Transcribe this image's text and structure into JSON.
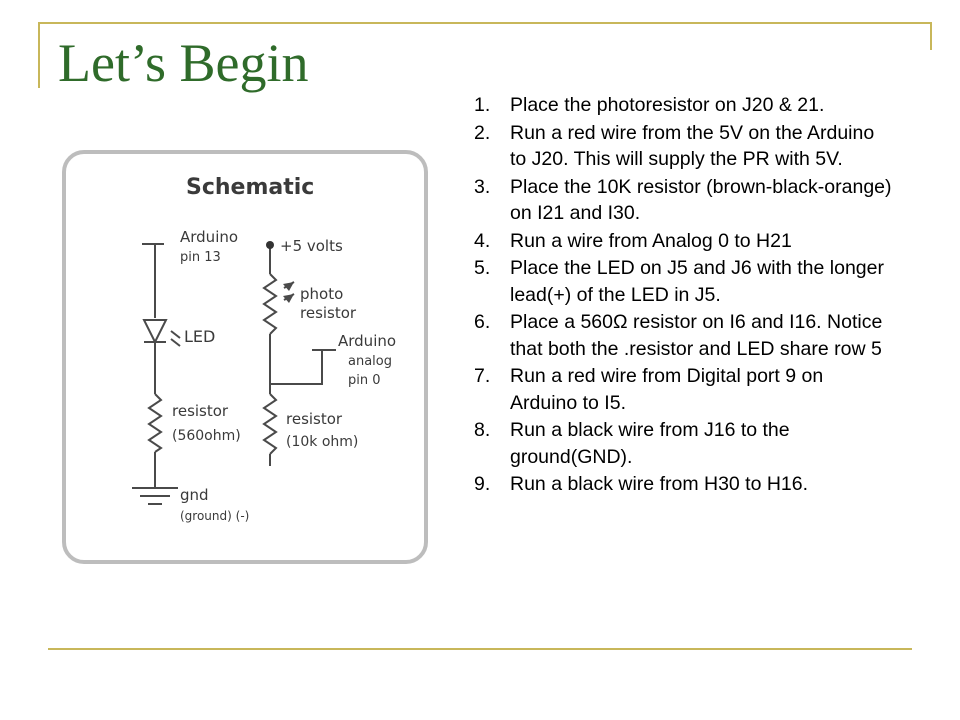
{
  "slide": {
    "title": "Let’s Begin",
    "accent_color": "#c8b75a",
    "title_color": "#2f6b2a",
    "steps": [
      {
        "num": "1.",
        "text": "Place the photoresistor on J20 & 21."
      },
      {
        "num": "2.",
        "text": "Run a red wire from the 5V on the Arduino to J20. This will supply the PR with 5V."
      },
      {
        "num": "3.",
        "text": "Place the 10K resistor (brown-black-orange) on I21 and I30."
      },
      {
        "num": "4.",
        "text": "Run a wire from Analog 0 to H21"
      },
      {
        "num": "5.",
        "text": "Place the LED on J5 and J6 with the longer lead(+) of the LED in J5."
      },
      {
        "num": "6.",
        "text": "Place a 560Ω resistor on I6 and I16. Notice that both the .resistor and LED share row 5"
      },
      {
        "num": "7.",
        "text": "Run a red wire from Digital port 9 on Arduino to I5."
      },
      {
        "num": "8.",
        "text": "Run a black wire from J16 to the ground(GND)."
      },
      {
        "num": "9.",
        "text": "Run a black wire from H30 to H16."
      }
    ]
  },
  "schematic": {
    "heading": "Schematic",
    "arduino_pin13": "Arduino",
    "arduino_pin13_sub": "pin 13",
    "plus5": "+5 volts",
    "led": "LED",
    "photo": "photo",
    "photo_sub": "resistor",
    "arduino_analog": "Arduino",
    "analog": "analog",
    "pin0": "pin 0",
    "resistor1": "resistor",
    "resistor1_value": "(560ohm)",
    "resistor2": "resistor",
    "resistor2_value": "(10k ohm)",
    "gnd": "gnd",
    "ground": "(ground) (-)"
  }
}
